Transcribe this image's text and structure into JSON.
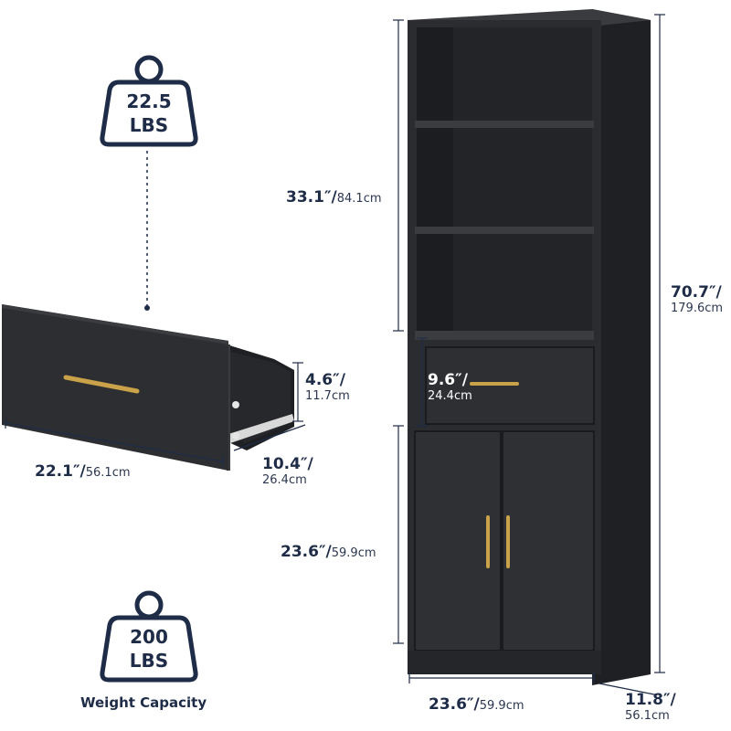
{
  "weights": {
    "drawer": {
      "value": "22.5",
      "unit": "LBS"
    },
    "cabinet": {
      "value": "200",
      "unit": "LBS"
    },
    "caption": "Weight Capacity"
  },
  "drawer_dims": {
    "height": {
      "in": "4.6″/",
      "cm": "11.7cm"
    },
    "width": {
      "in": "22.1″/",
      "cm": "56.1cm"
    },
    "depth": {
      "in": "10.4″/",
      "cm": "26.4cm"
    }
  },
  "cabinet_dims": {
    "top_section": {
      "in": "33.1″/",
      "cm": "84.1cm"
    },
    "total_height": {
      "in": "70.7″/",
      "cm": "179.6cm"
    },
    "drawer_section": {
      "in": "9.6″/",
      "cm": "24.4cm"
    },
    "bottom_section": {
      "in": "23.6″/",
      "cm": "59.9cm"
    },
    "width": {
      "in": "23.6″/",
      "cm": "59.9cm"
    },
    "depth": {
      "in": "11.8″/",
      "cm": "56.1cm"
    }
  },
  "colors": {
    "cabinet": "#2a2b2e",
    "text": "#1e2c48",
    "handle": "#c9a24a"
  }
}
